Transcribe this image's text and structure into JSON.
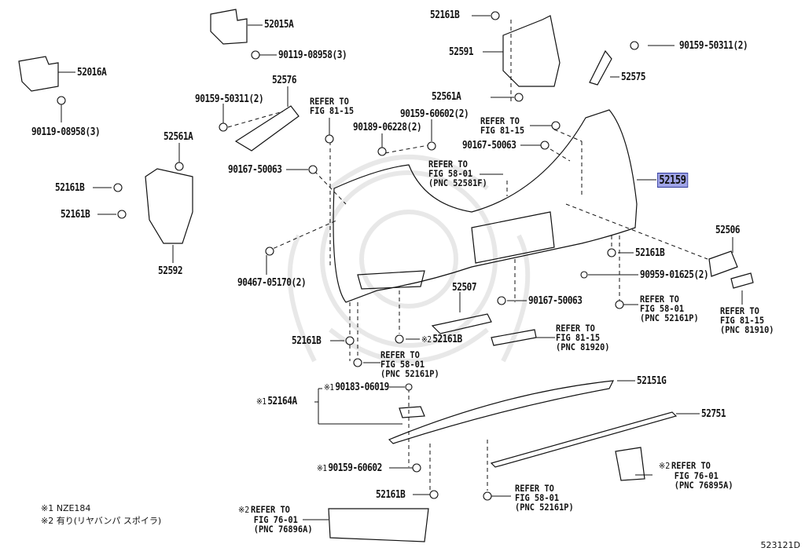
{
  "figure": {
    "code": "523121D",
    "highlighted_part": "52159",
    "highlight_color": "#9fa3e6",
    "highlight_border": "#2f3a9c",
    "notes": [
      {
        "mark": "※1",
        "text": "NZE184"
      },
      {
        "mark": "※2",
        "text": "有り(リヤバンパ スポイラ)"
      }
    ]
  },
  "labels": {
    "p52015A": "52015A",
    "p90119_top": "90119-08958(3)",
    "p52016A": "52016A",
    "p90119_left": "90119-08958(3)",
    "p52576": "52576",
    "p90159_50311_left": "90159-50311(2)",
    "p52561A_left": "52561A",
    "p52161B_left1": "52161B",
    "p52161B_left2": "52161B",
    "p52592": "52592",
    "p90467": "90467-05170(2)",
    "ref_81_15_a": [
      "REFER TO",
      "FIG 81-15"
    ],
    "p90167_left": "90167-50063",
    "p90189": "90189-06228(2)",
    "p90159_60602_2": "90159-60602(2)",
    "p52161B_top": "52161B",
    "p52591": "52591",
    "p52561A_top": "52561A",
    "p90159_50311_right": "90159-50311(2)",
    "p52575": "52575",
    "ref_81_15_b": [
      "REFER TO",
      "FIG 81-15"
    ],
    "p90167_top": "90167-50063",
    "ref_58_01_52581F": [
      "REFER TO",
      "FIG 58-01",
      "(PNC 52581F)"
    ],
    "p52159": "52159",
    "p52506": "52506",
    "p52161B_right": "52161B",
    "p90959": "90959-01625(2)",
    "ref_58_01_right": [
      "REFER TO",
      "FIG 58-01",
      "(PNC 52161P)"
    ],
    "ref_81_15_81910": [
      "REFER TO",
      "FIG 81-15",
      "(PNC 81910)"
    ],
    "p52507": "52507",
    "p90167_mid": "90167-50063",
    "ref_81_15_81920": [
      "REFER TO",
      "FIG 81-15",
      "(PNC 81920)"
    ],
    "p52161B_mid_left": "52161B",
    "p52161B_mid_mark": "※2",
    "p52161B_mid": "52161B",
    "ref_58_01_mid": [
      "REFER TO",
      "FIG 58-01",
      "(PNC 52161P)"
    ],
    "p52151G": "52151G",
    "p52164A_mark": "※1",
    "p52164A": "52164A",
    "p90183_mark": "※1",
    "p90183": "90183-06019",
    "p52751": "52751",
    "p90159_60602_mark": "※1",
    "p90159_60602": "90159-60602",
    "p52161B_bottom": "52161B",
    "ref_58_01_bottom": [
      "REFER TO",
      "FIG 58-01",
      "(PNC 52161P)"
    ],
    "ref_76_01_76896A_mark": "※2",
    "ref_76_01_76896A": [
      "REFER TO",
      "FIG 76-01",
      "(PNC 76896A)"
    ],
    "ref_76_01_76895A_mark": "※2",
    "ref_76_01_76895A": [
      "REFER TO",
      "FIG 76-01",
      "(PNC 76895A)"
    ]
  }
}
